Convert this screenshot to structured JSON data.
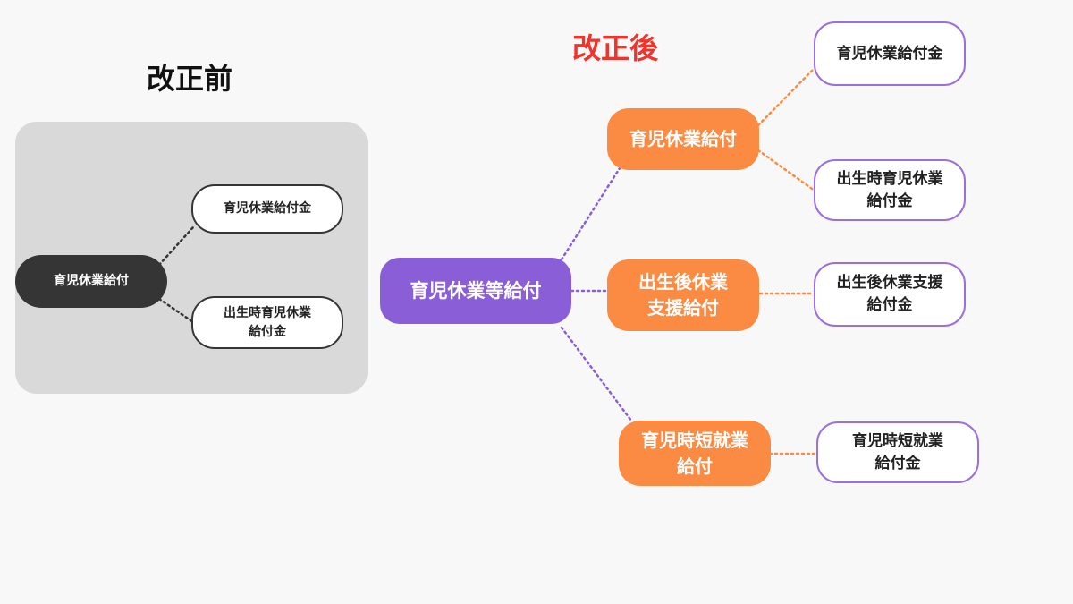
{
  "titles": {
    "before": "改正前",
    "after": "改正後"
  },
  "colors": {
    "after_title": "#f0342c",
    "dark_node": "#353535",
    "central_node": "#8a5ed6",
    "branch_node": "#fb8b43",
    "leaf_border": "#9b6fdc",
    "panel": "#d9d9d9"
  },
  "before": {
    "root": "育児休業給付",
    "children": [
      "育児休業給付金",
      "出生時育児休業\n給付金"
    ]
  },
  "after": {
    "root": "育児休業等給付",
    "branches": [
      {
        "label": "育児休業給付",
        "leaves": [
          "育児休業給付金",
          "出生時育児休業\n給付金"
        ]
      },
      {
        "label": "出生後休業\n支援給付",
        "leaves": [
          "出生後休業支援\n給付金"
        ]
      },
      {
        "label": "育児時短就業\n給付",
        "leaves": [
          "育児時短就業\n給付金"
        ]
      }
    ]
  }
}
